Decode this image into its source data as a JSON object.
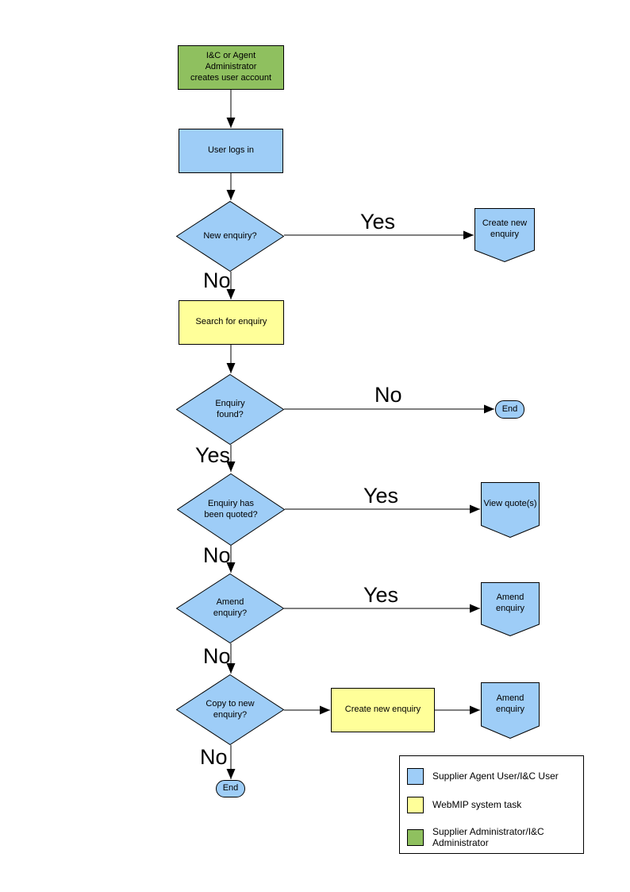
{
  "colors": {
    "user_task_blue": "#9ecdf7",
    "system_task_yellow": "#ffff99",
    "admin_task_green": "#8fc05f",
    "outline": "#000000"
  },
  "flowchart": {
    "nodes": {
      "admin_creates_account": "I&C or Agent Administrator\ncreates user account",
      "user_logs_in": "User logs in",
      "new_enquiry": "New enquiry?",
      "create_new_enquiry_top": "Create new\nenquiry",
      "search_for_enquiry": "Search for enquiry",
      "enquiry_found": "Enquiry\nfound?",
      "end_right": "End",
      "enquiry_quoted": "Enquiry has\nbeen quoted?",
      "view_quotes": "View quote(s)",
      "amend_enquiry_q": "Amend\nenquiry?",
      "amend_enquiry_target1": "Amend enquiry",
      "copy_to_new_enquiry": "Copy to new\nenquiry?",
      "create_new_enquiry_mid": "Create new enquiry",
      "amend_enquiry_target2": "Amend enquiry",
      "end_bottom": "End"
    },
    "labels": {
      "new_enquiry_yes": "Yes",
      "new_enquiry_no": "No",
      "enquiry_found_no": "No",
      "enquiry_found_yes": "Yes",
      "quoted_yes": "Yes",
      "quoted_no": "No",
      "amend_yes": "Yes",
      "amend_no": "No",
      "copy_no": "No"
    }
  },
  "legend": {
    "items": [
      {
        "color": "#9ecdf7",
        "label": "Supplier Agent User/I&C User"
      },
      {
        "color": "#ffff99",
        "label": "WebMIP system task"
      },
      {
        "color": "#8fc05f",
        "label": "Supplier Administrator/I&C\nAdministrator"
      }
    ]
  }
}
